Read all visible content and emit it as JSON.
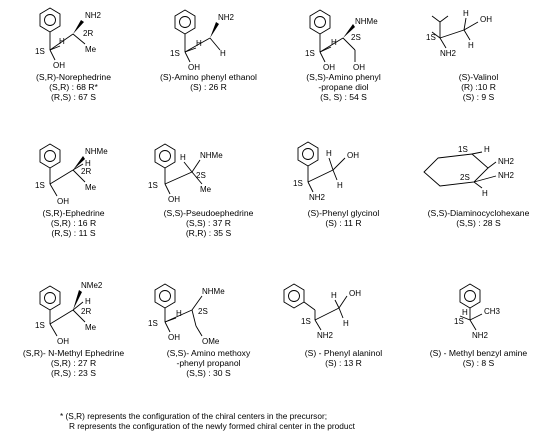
{
  "compounds": [
    {
      "id": "norephedrine",
      "lines": [
        "(S,R)-Norephedrine",
        "(S,R) : 68 R*",
        "(R,S) : 67 S"
      ],
      "labels": {
        "sub": "NH2",
        "c1": "1S",
        "c2": "2R",
        "oh": "OH",
        "r": "Me",
        "h": "H",
        "h2": ""
      }
    },
    {
      "id": "aminophenylethanol",
      "lines": [
        "(S)-Amino phenyl ethanol",
        "(S) : 26 R"
      ],
      "labels": {
        "sub": "NH2",
        "c1": "1S",
        "c2": "",
        "oh": "OH",
        "r": "",
        "h": "H",
        "h2": "H"
      }
    },
    {
      "id": "aminophenylpropanediol",
      "lines": [
        "(S,S)-Amino phenyl",
        "-propane diol",
        "(S, S) : 54 S"
      ],
      "labels": {
        "sub": "NHMe",
        "c1": "1S",
        "c2": "2S",
        "oh": "OH",
        "r": "OH",
        "h": "H",
        "h2": ""
      }
    },
    {
      "id": "valinol",
      "lines": [
        "(S)-Valinol",
        "(R) :10 R",
        "(S) : 9 S"
      ],
      "labels": {
        "sub": "NH2",
        "c1": "1S",
        "oh": "OH",
        "h": "H",
        "h2": "H"
      }
    },
    {
      "id": "ephedrine",
      "lines": [
        "(S,R)-Ephedrine",
        "(S,R) : 16 R",
        "(R,S) : 11 S"
      ],
      "labels": {
        "sub": "NHMe",
        "c1": "1S",
        "c2": "2R",
        "oh": "OH",
        "r": "Me",
        "h": "H",
        "h2": ""
      }
    },
    {
      "id": "pseudoephedrine",
      "lines": [
        "(S,S)-Pseudoephedrine",
        "(S,S) : 37 R",
        "(R,R) : 35 S"
      ],
      "labels": {
        "sub": "NHMe",
        "c1": "1S",
        "c2": "2S",
        "oh": "OH",
        "r": "Me",
        "h": "H",
        "h2": ""
      }
    },
    {
      "id": "phenylglycinol",
      "lines": [
        "(S)-Phenyl glycinol",
        "(S) : 11 R"
      ],
      "labels": {
        "sub": "NH2",
        "c1": "1S",
        "oh": "OH",
        "h": "H",
        "h2": "H"
      }
    },
    {
      "id": "diaminocyclohexane",
      "lines": [
        "(S,S)-Diaminocyclohexane",
        "(S,S) : 28 S"
      ],
      "labels": {
        "c1": "1S",
        "c2": "2S",
        "n1": "NH2",
        "n2": "NH2",
        "h": "H",
        "h2": "H"
      }
    },
    {
      "id": "methylephedrine",
      "lines": [
        "(S,R)- N-Methyl Ephedrine",
        "(S,R) : 27 R",
        "(R,S) : 23 S"
      ],
      "labels": {
        "sub": "NMe2",
        "c1": "1S",
        "c2": "2R",
        "oh": "OH",
        "r": "Me",
        "h": "H",
        "h2": ""
      }
    },
    {
      "id": "aminomethoxyphenylpropanol",
      "lines": [
        "(S,S)- Amino methoxy",
        "-phenyl propanol",
        "(S,S) : 30 S"
      ],
      "labels": {
        "sub": "NHMe",
        "c1": "1S",
        "c2": "2S",
        "oh": "OH",
        "r": "OMe",
        "h": "H",
        "h2": ""
      }
    },
    {
      "id": "phenylalaninol",
      "lines": [
        "(S) - Phenyl alaninol",
        "(S) : 13 R"
      ],
      "labels": {
        "sub": "NH2",
        "c1": "1S",
        "oh": "OH",
        "h": "H",
        "h2": "H"
      }
    },
    {
      "id": "methylbenzylamine",
      "lines": [
        "(S) - Methyl benzyl amine",
        "(S) : 8 S"
      ],
      "labels": {
        "sub": "NH2",
        "c1": "1S",
        "r": "CH3",
        "h": "H"
      }
    }
  ],
  "footnote": [
    "* (S,R) represents the configuration of the chiral centers in the precursor;",
    "R represents the configuration of the newly formed chiral center in the product"
  ]
}
